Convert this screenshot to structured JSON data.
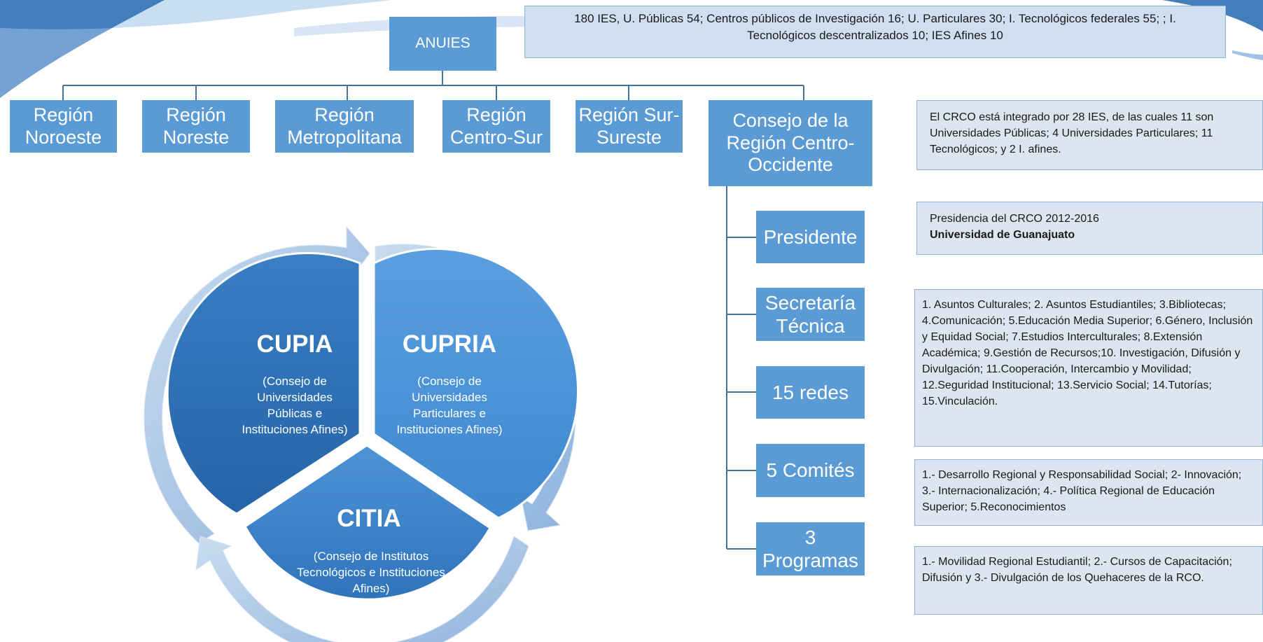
{
  "anuies": {
    "label": "ANUIES",
    "note": "180 IES,   U. Públicas 54;  Centros públicos de Investigación 16; U. Particulares 30; I. Tecnológicos federales 55; ; I. Tecnológicos descentralizados 10; IES Afines  10"
  },
  "regions": [
    {
      "label": "Región Noroeste"
    },
    {
      "label": "Región Noreste"
    },
    {
      "label": "Región Metropolitana"
    },
    {
      "label": "Región Centro-Sur"
    },
    {
      "label": "Región Sur-Sureste"
    }
  ],
  "crco": {
    "label": "Consejo de la Región Centro-Occidente",
    "note": "El CRCO está integrado por 28 IES, de las cuales 11 son Universidades Públicas;  4 Universidades Particulares; 11 Tecnológicos; y 2  I. afines."
  },
  "branches": [
    {
      "label": "Presidente",
      "note_line1": "Presidencia del CRCO 2012-2016",
      "note_line2": "Universidad de Guanajuato"
    },
    {
      "label": "Secretaría Técnica"
    },
    {
      "label": "15 redes",
      "note": "1. Asuntos Culturales; 2. Asuntos Estudiantiles; 3.Bibliotecas; 4.Comunicación; 5.Educación Media Superior; 6.Género, Inclusión y Equidad Social; 7.Estudios Interculturales; 8.Extensión Académica; 9.Gestión de Recursos;10. Investigación, Difusión y Divulgación; 11.Cooperación, Intercambio y Movilidad; 12.Seguridad Institucional; 13.Servicio Social; 14.Tutorías; 15.Vinculación."
    },
    {
      "label": "5 Comités",
      "note": "1.- Desarrollo Regional y Responsabilidad Social; 2- Innovación; 3.- Internacionalización; 4.- Política Regional de Educación Superior;  5.Reconocimientos"
    },
    {
      "label": "3 Programas",
      "note": "1.- Movilidad Regional Estudiantil; 2.- Cursos de Capacitación; Difusión y 3.- Divulgación de los Quehaceres de la RCO."
    }
  ],
  "cycle": {
    "cupia": {
      "title": "CUPIA",
      "lines": [
        "(Consejo de",
        "Universidades",
        "Públicas e",
        "Instituciones Afines)"
      ]
    },
    "cupria": {
      "title": "CUPRIA",
      "lines": [
        "(Consejo de",
        "Universidades",
        "Particulares e",
        "Instituciones Afines)"
      ]
    },
    "citia": {
      "title": "CITIA",
      "lines": [
        "(Consejo de Institutos",
        "Tecnológicos e Instituciones",
        "Afines)"
      ]
    }
  },
  "colors": {
    "box": "#5b9bd5",
    "connector": "#41719c",
    "note_bg": "#dde5f1",
    "cupia": "#2e75b6",
    "cupria": "#4a90d9",
    "citia": "#3b82c8",
    "ring": "#a9c4e4"
  }
}
